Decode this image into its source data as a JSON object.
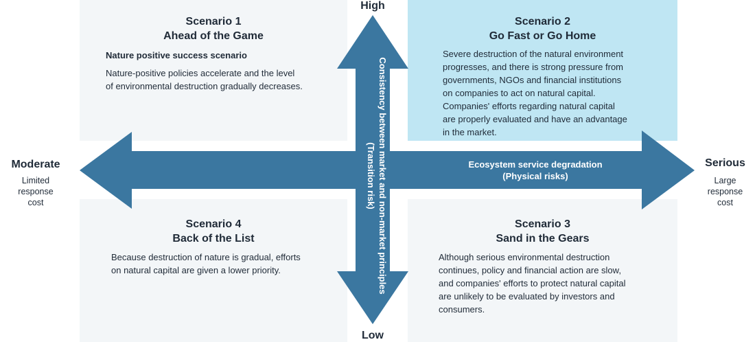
{
  "scenarios": {
    "s1": {
      "number": "Scenario 1",
      "name": "Ahead of the Game",
      "subtitle": "Nature positive success scenario",
      "lines": [
        "Nature-positive policies accelerate and the level",
        "of environmental destruction gradually decreases."
      ]
    },
    "s2": {
      "number": "Scenario 2",
      "name": "Go Fast or Go Home",
      "lines": [
        "Severe destruction of the natural environment",
        "progresses, and there is strong pressure from",
        "governments, NGOs and financial institutions",
        "on companies to act on natural capital.",
        "Companies' efforts regarding natural capital",
        "are properly evaluated and have an advantage",
        "in the market."
      ]
    },
    "s3": {
      "number": "Scenario 3",
      "name": "Sand in the Gears",
      "lines": [
        "Although serious environmental destruction",
        "continues, policy and financial action are slow,",
        "and companies' efforts to protect natural capital",
        "are unlikely to be evaluated by investors and",
        "consumers."
      ]
    },
    "s4": {
      "number": "Scenario 4",
      "name": "Back of the List",
      "lines": [
        "Because destruction of nature is gradual, efforts",
        "on natural capital are given a lower priority."
      ]
    }
  },
  "axes": {
    "vertical": {
      "top": "High",
      "bottom": "Low",
      "label_line1": "Consistency between market and non-market principles",
      "label_line2": "(Transition risk)"
    },
    "horizontal": {
      "left": "Moderate",
      "left_note": [
        "Limited",
        "response",
        "cost"
      ],
      "right": "Serious",
      "right_note": [
        "Large",
        "response",
        "cost"
      ],
      "label_line1": "Ecosystem service degradation",
      "label_line2": "(Physical risks)"
    }
  },
  "colors": {
    "arrow": "#3b77a0",
    "highlight": "#bfe6f3",
    "panel": "#f3f6f8"
  }
}
